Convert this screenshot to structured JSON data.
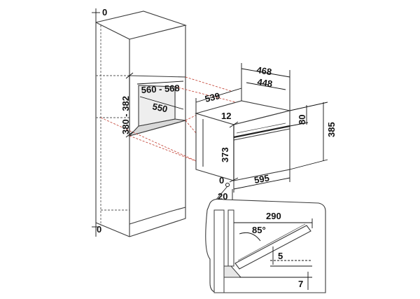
{
  "colors": {
    "outline": "#3a3a3a",
    "dimension": "#111111",
    "hidden_edge": "#555555",
    "guide_red": "#c0392b",
    "shade": "#e6e6e6"
  },
  "dimensions": {
    "top_gap": "0",
    "bottom_gap": "0",
    "niche_width": "560 - 568",
    "niche_depth": "550",
    "niche_height": "380 - 382",
    "oven_width_outer": "468",
    "oven_width_inner": "448",
    "oven_depth": "539",
    "panel_offset": "12",
    "panel_height": "80",
    "total_height": "385",
    "body_height": "373",
    "front_offset": "0",
    "front_width": "595",
    "side_gap": "20"
  },
  "detail": {
    "length": "290",
    "door_angle": "85°",
    "gap_small": "5",
    "gap_bottom": "7"
  }
}
